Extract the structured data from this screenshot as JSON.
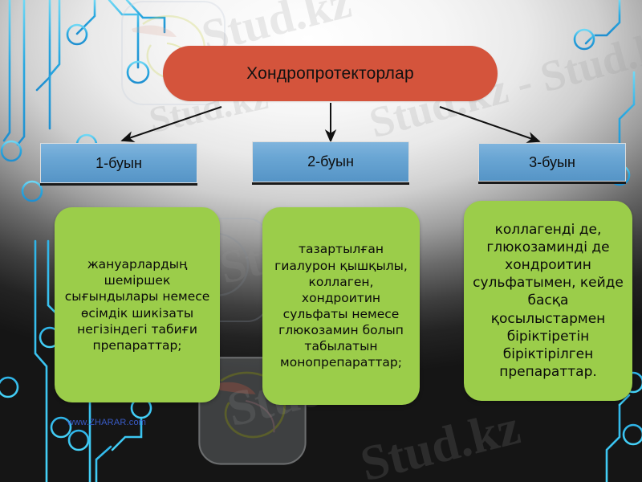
{
  "slide": {
    "title": "Хондропротекторлар",
    "watermark_site": "www.ZHARAR.com",
    "watermarks": [
      "Stud.kz",
      "Stud.kz - Stud.kz",
      "Stud.kz",
      "Stud.kz",
      "Stud.kz",
      "Stud.kz"
    ],
    "colors": {
      "title_fill": "#d4543c",
      "generation_fill": "#6aa6d4",
      "content_fill": "#9bcd4a",
      "circuit_trace": "#29a8e0",
      "watermark_link": "#3b5fd0",
      "text": "#0a0a0a"
    }
  },
  "generations": [
    {
      "label": "1-буын",
      "content": "жануарлардың шеміршек сығындылары немесе өсімдік шикізаты негізіндегі табиғи препараттар;"
    },
    {
      "label": "2-буын",
      "content": "тазартылған гиалурон қышқылы, коллаген, хондроитин сульфаты немесе глюкозамин болып табылатын монопрепараттар;"
    },
    {
      "label": "3-буын",
      "content": "коллагенді де, глюкозаминді де хондроитин сульфатымен, кейде басқа қосылыстармен біріктіретін біріктірілген препараттар."
    }
  ]
}
